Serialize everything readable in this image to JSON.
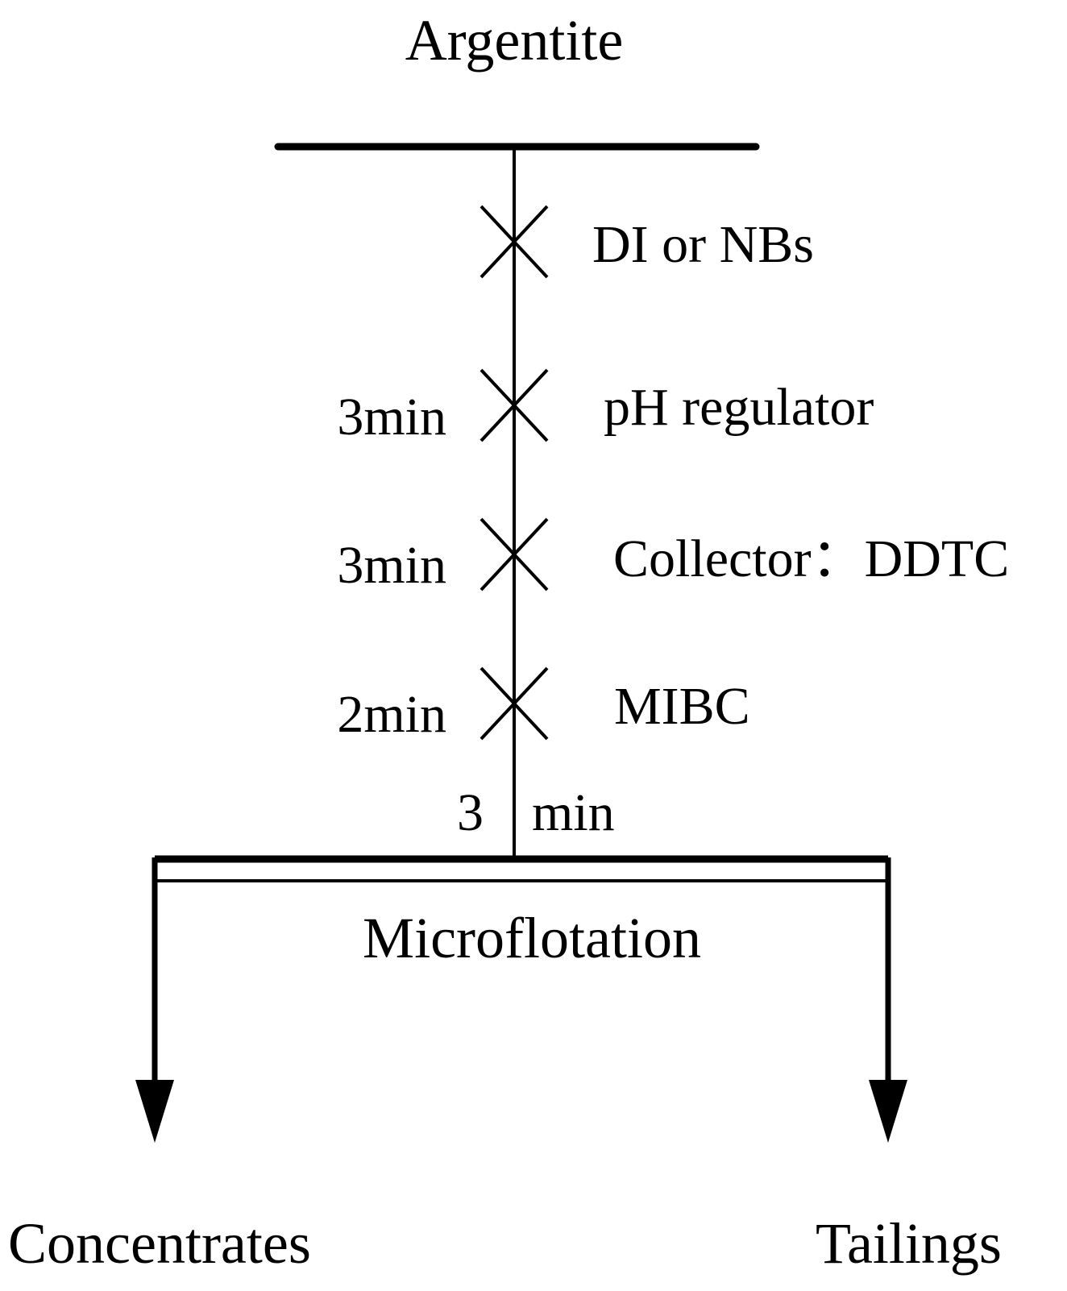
{
  "title": "Argentite",
  "steps": [
    {
      "reagent": "DI or NBs",
      "time": ""
    },
    {
      "reagent": "pH regulator",
      "time": "3min"
    },
    {
      "reagent": "Collector：DDTC",
      "time": "3min"
    },
    {
      "reagent": "MIBC",
      "time": "2min"
    }
  ],
  "final_time": {
    "value": "3",
    "unit": "min"
  },
  "process": "Microflotation",
  "outputs": {
    "left": "Concentrates",
    "right": "Tailings"
  },
  "colors": {
    "line": "#000000",
    "background": "#ffffff"
  }
}
